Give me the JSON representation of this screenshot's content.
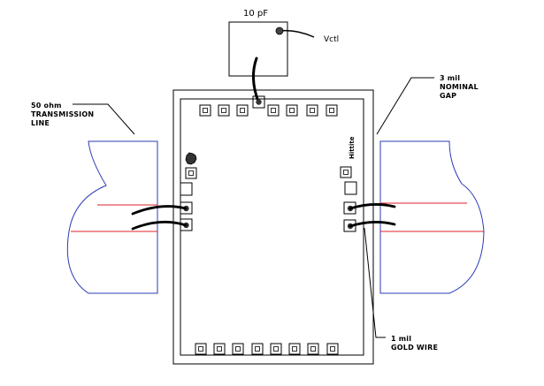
{
  "labels": {
    "capacitor_value": "10 pF",
    "control_voltage": "Vctl",
    "line_desc_1": "50 ohm",
    "line_desc_2": "TRANSMISSION",
    "line_desc_3": "LINE",
    "gap_1": "3 mil",
    "gap_2": "NOMINAL",
    "gap_3": "GAP",
    "wire_1": "1 mil",
    "wire_2": "GOLD WIRE",
    "chip_marking": "Hittite"
  },
  "colors": {
    "ink": "#000000",
    "line_outline": "#2b3bb5",
    "line_strip": "#e0202a",
    "background": "#ffffff"
  }
}
